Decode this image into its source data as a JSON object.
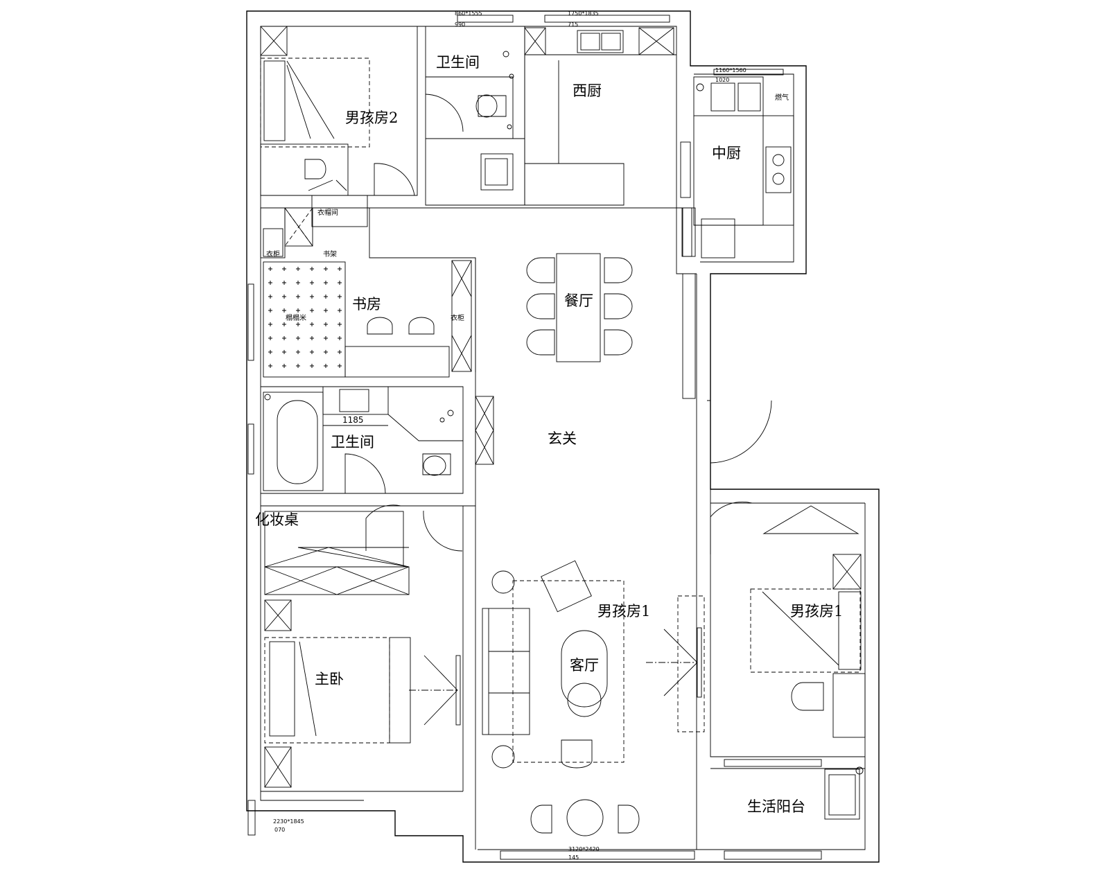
{
  "floor_plan": {
    "rooms": [
      {
        "id": "boys-room-2",
        "label": "男孩房2"
      },
      {
        "id": "bathroom-top",
        "label": "卫生间"
      },
      {
        "id": "western-kitchen",
        "label": "西厨"
      },
      {
        "id": "chinese-kitchen",
        "label": "中厨"
      },
      {
        "id": "dining-room",
        "label": "餐厅"
      },
      {
        "id": "study",
        "label": "书房"
      },
      {
        "id": "bathroom-mid",
        "label": "卫生间"
      },
      {
        "id": "foyer",
        "label": "玄关"
      },
      {
        "id": "vanity",
        "label": "化妆桌"
      },
      {
        "id": "master-bedroom",
        "label": "主卧"
      },
      {
        "id": "living-room",
        "label": "客厅"
      },
      {
        "id": "boys-room-1-left",
        "label": "男孩房1"
      },
      {
        "id": "boys-room-1-right",
        "label": "男孩房1"
      },
      {
        "id": "utility-balcony",
        "label": "生活阳台"
      }
    ],
    "small_labels": {
      "cloakroom": "衣帽间",
      "wardrobe_left": "衣柜",
      "bookshelf": "书架",
      "wardrobe_study": "衣柜",
      "tatami": "榻榻米",
      "gas": "燃气"
    },
    "dimensions": {
      "bath_top_window": "860*1555",
      "bath_top_sub": "990",
      "kitchen_window": "1750*1835",
      "kitchen_sub": "715",
      "chinese_kitchen_window": "1160*1560",
      "chinese_kitchen_sub": "1020",
      "bath_mid_width": "1185",
      "master_window": "2230*1845",
      "master_sub": "070",
      "living_window": "3120*2420",
      "living_sub": "145"
    }
  }
}
